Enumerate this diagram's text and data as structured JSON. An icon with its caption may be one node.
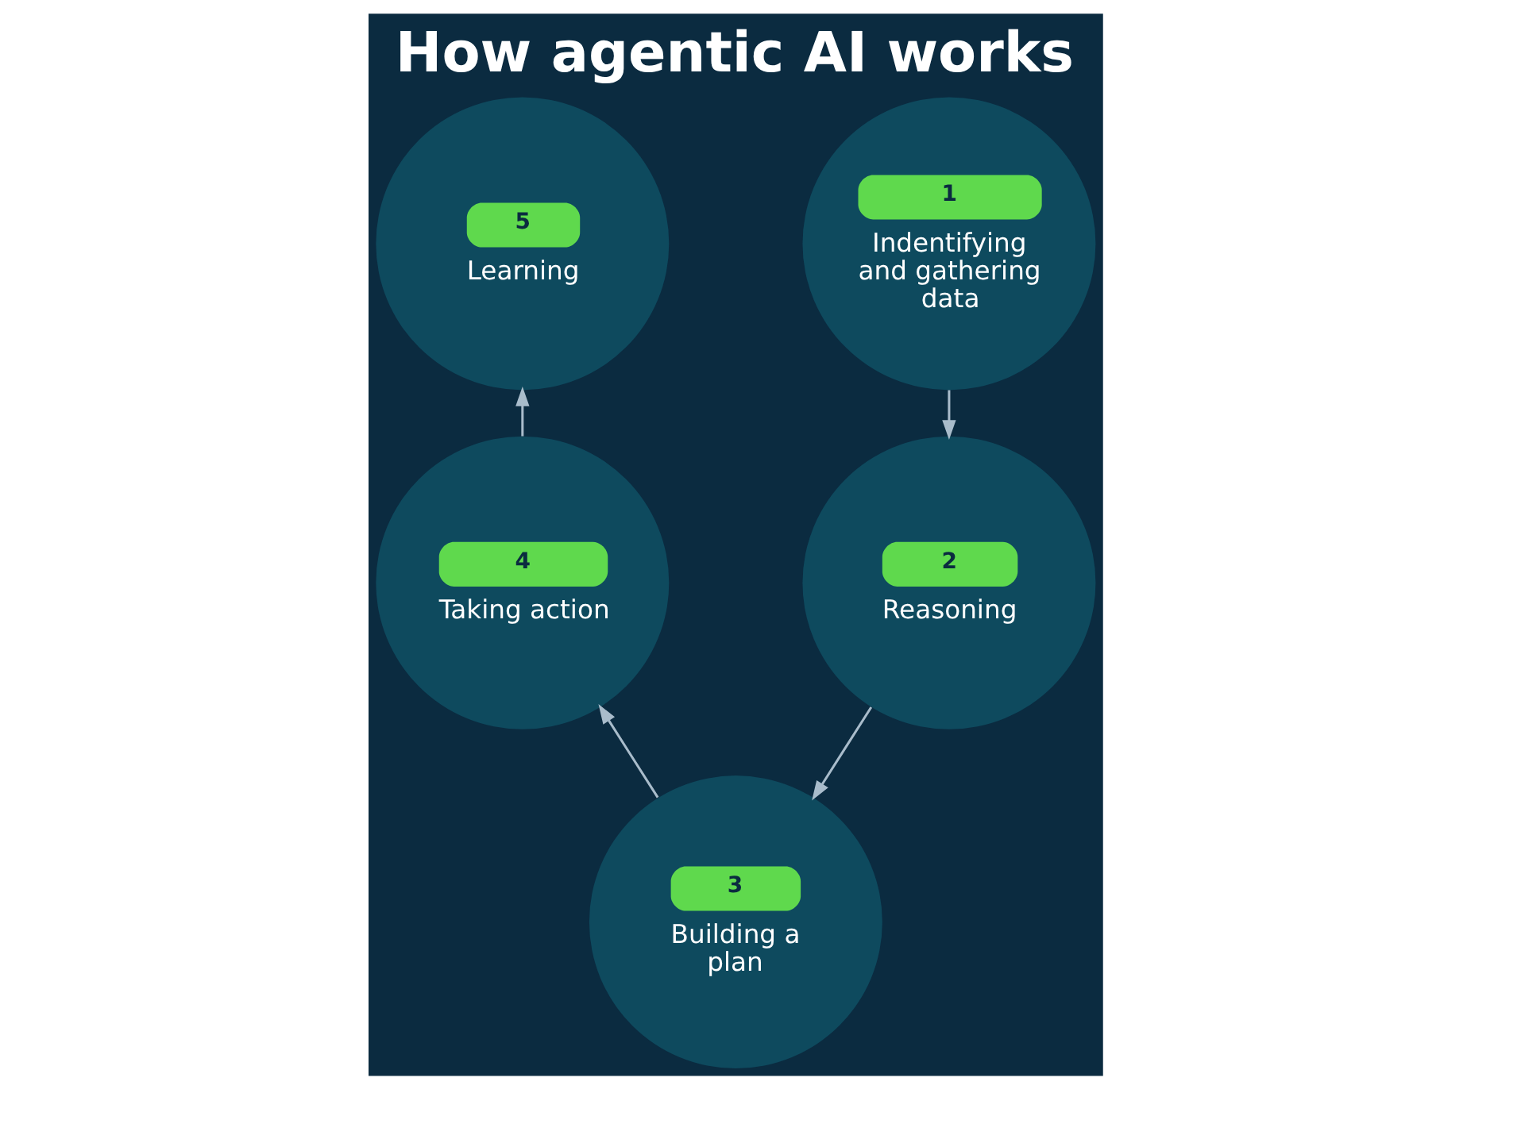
{
  "diagram": {
    "title": "How agentic AI works",
    "nodes": [
      {
        "text": [
          "1",
          "Indentifying and gathering data"
        ]
      },
      {
        "text": [
          "2",
          "Reasoning"
        ]
      },
      {
        "text": [
          "3",
          "Building a plan"
        ]
      },
      {
        "text": [
          "4",
          "Taking action"
        ]
      },
      {
        "text": [
          "5",
          "Learning"
        ]
      }
    ],
    "edges": [
      {
        "from": 0,
        "to": 1,
        "arrow": "to"
      },
      {
        "from": 1,
        "to": 2,
        "arrow": "to"
      },
      {
        "from": 2,
        "to": 3,
        "arrow": "to"
      },
      {
        "from": 3,
        "to": 4,
        "arrow": "to"
      }
    ]
  }
}
